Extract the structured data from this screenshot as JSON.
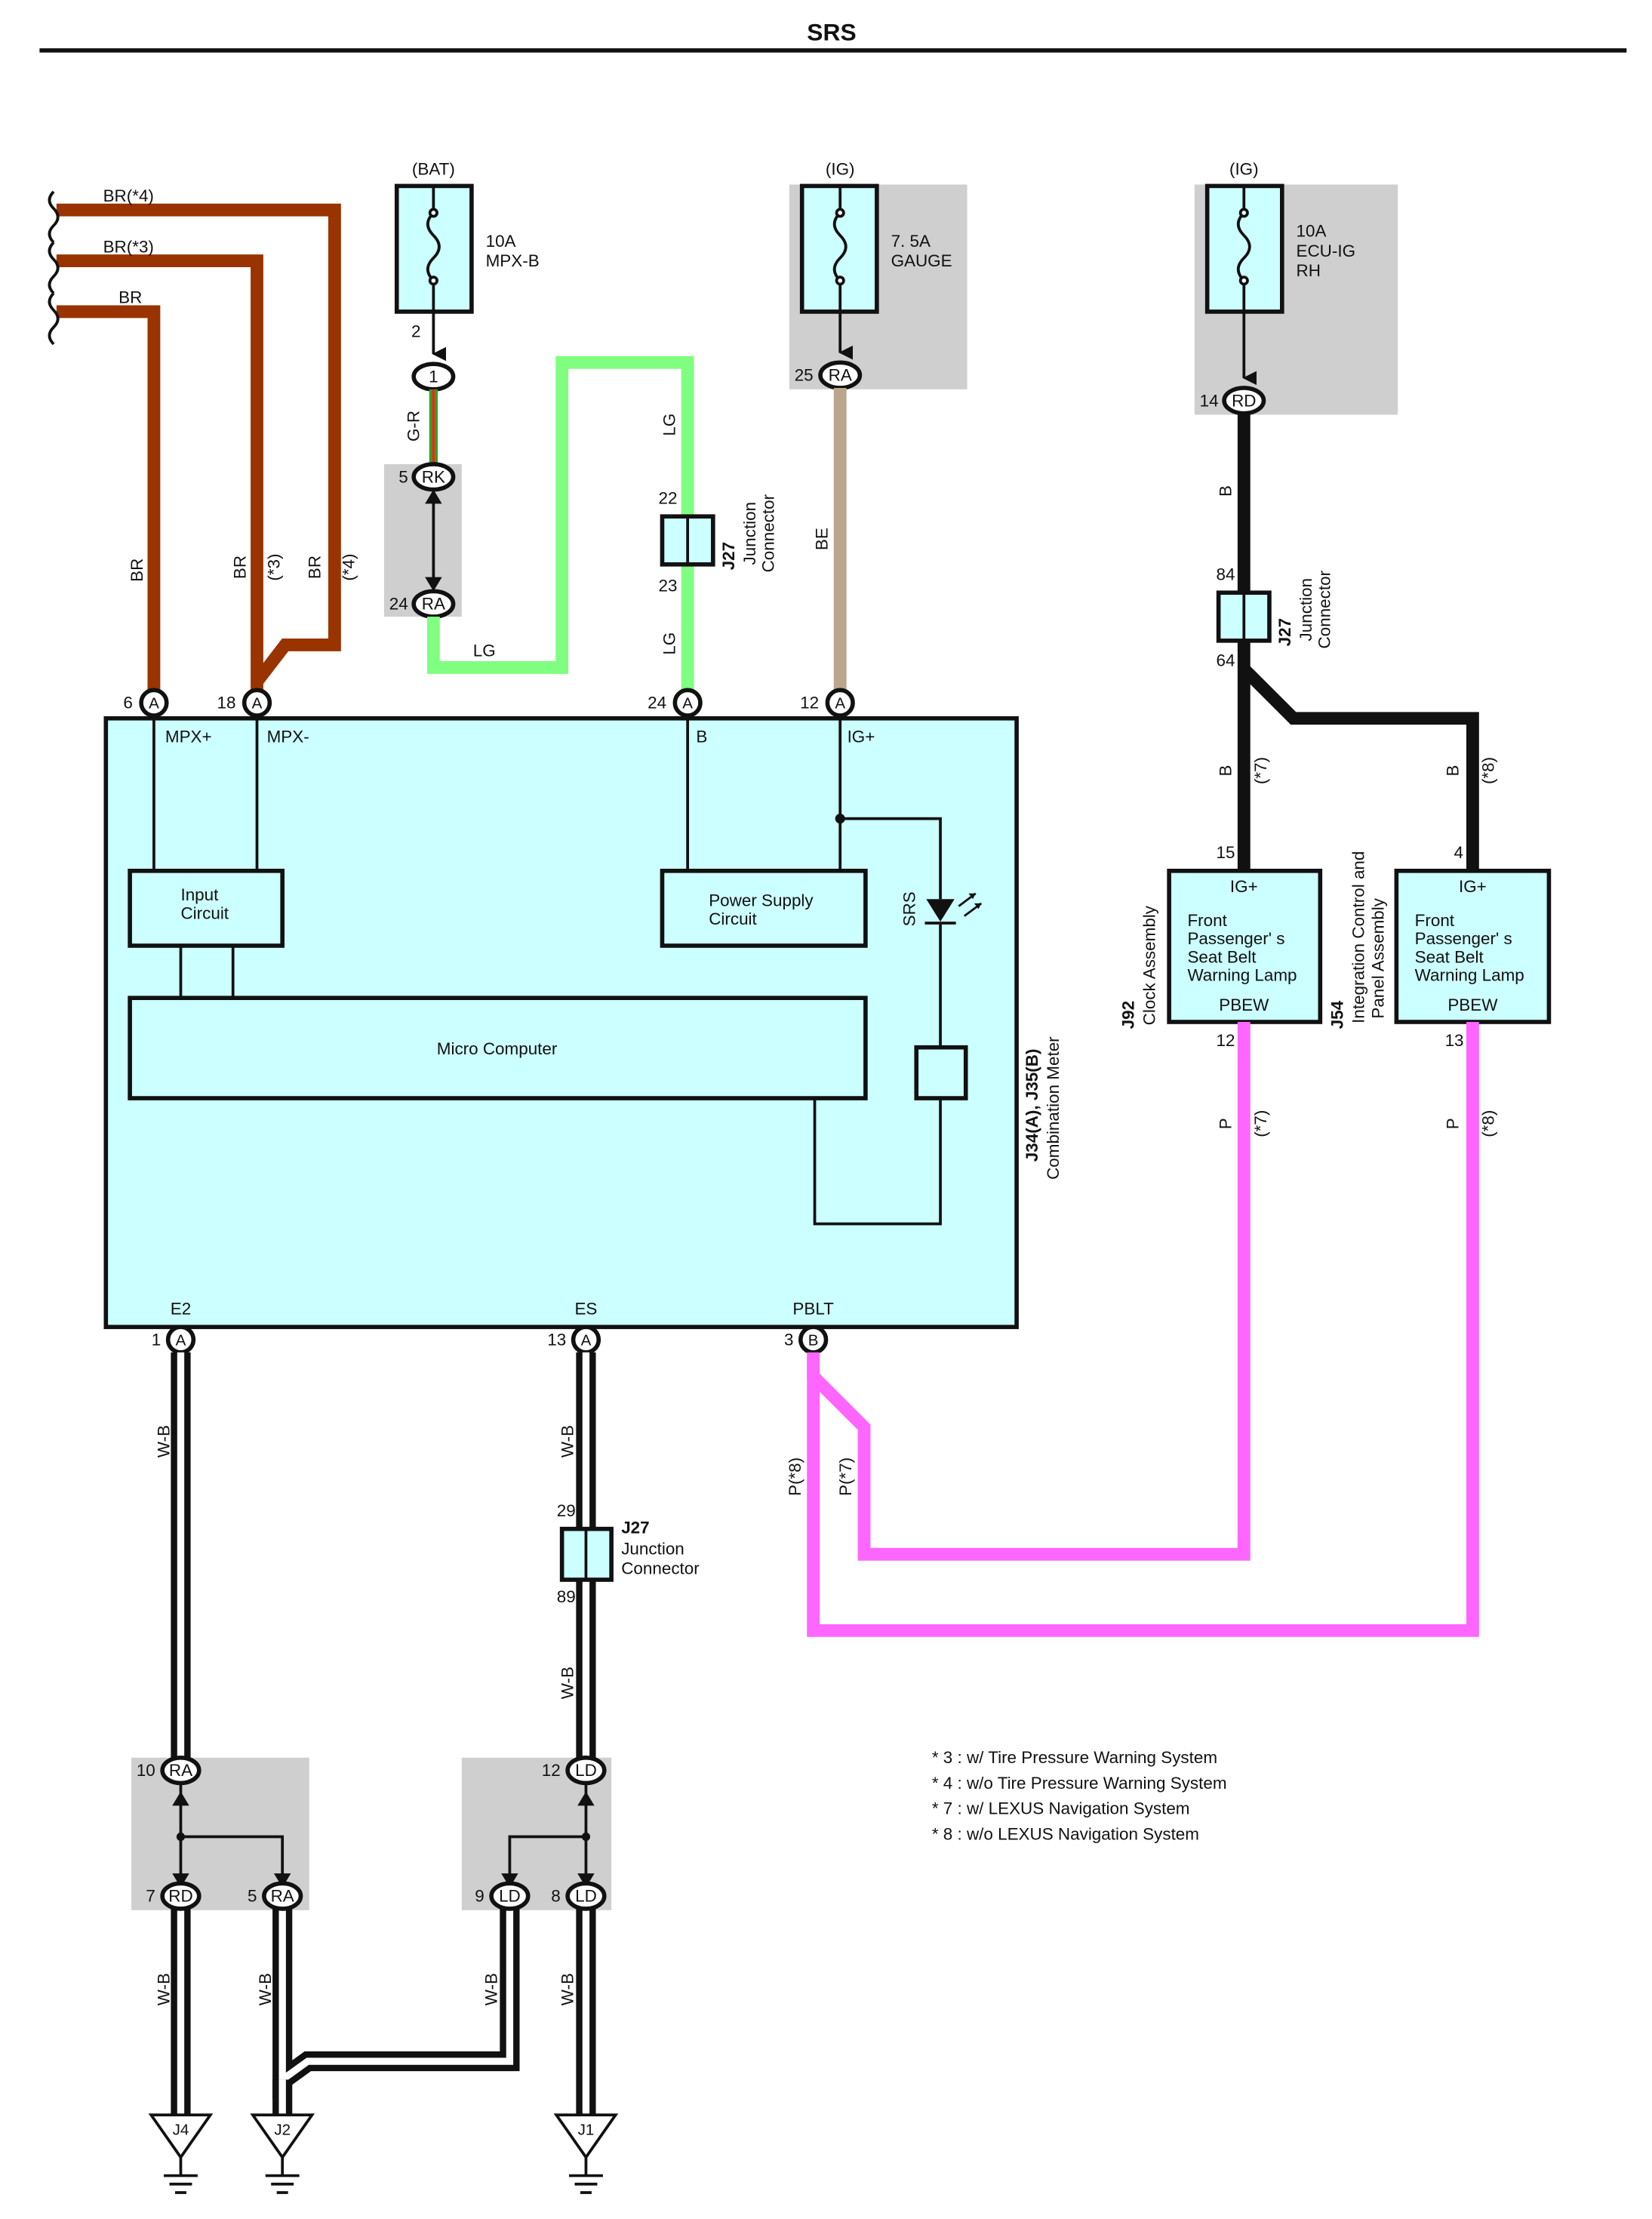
{
  "title": "SRS",
  "colors": {
    "brown": "#993300",
    "lightgreen": "#80ff80",
    "beige": "#bba58c",
    "black": "#111111",
    "pink": "#ff66ff",
    "box_fill": "#ccffff",
    "shade": "#cfcfcf",
    "grg": "#22aa22",
    "grr": "#ff2222"
  },
  "sources": {
    "bat": "(BAT)",
    "ig1": "(IG)",
    "ig2": "(IG)",
    "mpxb_amp": "10A",
    "mpxb_name": "MPX-B",
    "gauge_amp": "7. 5A",
    "gauge_name": "GAUGE",
    "ecu_amp": "10A",
    "ecu_name1": "ECU-IG",
    "ecu_name2": "RH"
  },
  "wires": {
    "br4": "BR(*4)",
    "br3": "BR(*3)",
    "br": "BR",
    "v_br": "BR",
    "v_br_b": "BR",
    "v_star3": "(*3)",
    "v_br_c": "BR",
    "v_star4": "(*4)",
    "gr": "G-R",
    "lg_h": "LG",
    "lg_v1": "LG",
    "lg_v2": "LG",
    "be": "BE",
    "b_top": "B",
    "b_l": "B",
    "b_l_star": "(*7)",
    "b_r": "B",
    "b_r_star": "(*8)",
    "p_l": "P",
    "p_l_star": "(*7)",
    "p_r": "P",
    "p_r_star": "(*8)",
    "wb1": "W-B",
    "wb2": "W-B",
    "wb3": "W-B",
    "wb4": "W-B",
    "wb5": "W-B",
    "wb6": "W-B",
    "wb7": "W-B",
    "p8": "P(*8)",
    "p7": "P(*7)"
  },
  "pins": {
    "p2": "2",
    "c1": "1",
    "p5": "5",
    "rk": "RK",
    "p24a": "24",
    "ra_a": "RA",
    "p25": "25",
    "ra_b": "RA",
    "p14": "14",
    "rd_a": "RD",
    "p22": "22",
    "p23": "23",
    "p84": "84",
    "p64": "64",
    "p6": "6",
    "a6": "A",
    "p18": "18",
    "a18": "A",
    "p24": "24",
    "a24": "A",
    "p12": "12",
    "a12": "A",
    "p1": "1",
    "a1": "A",
    "p13": "13",
    "a13": "A",
    "p3": "3",
    "b3": "B",
    "p15": "15",
    "p4": "4",
    "p12b": "12",
    "p13b": "13",
    "p29": "29",
    "p89": "89",
    "p10": "10",
    "ra10": "RA",
    "p7": "7",
    "rd7": "RD",
    "p5b": "5",
    "ra5": "RA",
    "p12c": "12",
    "ld12": "LD",
    "p9": "9",
    "ld9": "LD",
    "p8": "8",
    "ld8": "LD"
  },
  "connectors": {
    "j27_name": "J27",
    "j27_desc1": "Junction",
    "j27_desc2": "Connector",
    "j27b_name": "J27",
    "j27b_desc1": "Junction",
    "j27b_desc2": "Connector",
    "j27c_name": "J27",
    "j27c_desc1": "Junction",
    "j27c_desc2": "Connector"
  },
  "meter": {
    "mpxp": "MPX+",
    "mpxm": "MPX-",
    "b": "B",
    "igp": "IG+",
    "input1": "Input",
    "input2": "Circuit",
    "power1": "Power Supply",
    "power2": "Circuit",
    "micro": "Micro Computer",
    "srs": "SRS",
    "e2": "E2",
    "es": "ES",
    "pblt": "PBLT",
    "ref": "J34(A), J35(B)",
    "name": "Combination Meter"
  },
  "lamps": {
    "igp": "IG+",
    "l1": "Front",
    "l2": "Passenger' s",
    "l3": "Seat Belt",
    "l4": "Warning Lamp",
    "pbew": "PBEW",
    "igp_b": "IG+",
    "l1_b": "Front",
    "l2_b": "Passenger' s",
    "l3_b": "Seat Belt",
    "l4_b": "Warning Lamp",
    "pbew_b": "PBEW",
    "j92": "J92",
    "j92_desc": "Clock Assembly",
    "j54": "J54",
    "j54_desc1": "Integration Control and",
    "j54_desc2": "Panel Assembly"
  },
  "grounds": {
    "j4": "J4",
    "j2": "J2",
    "j1": "J1"
  },
  "notes": [
    "* 3 : w/ Tire Pressure Warning System",
    "* 4 : w/o Tire Pressure Warning System",
    "* 7 : w/ LEXUS Navigation System",
    "* 8 : w/o LEXUS Navigation System"
  ]
}
